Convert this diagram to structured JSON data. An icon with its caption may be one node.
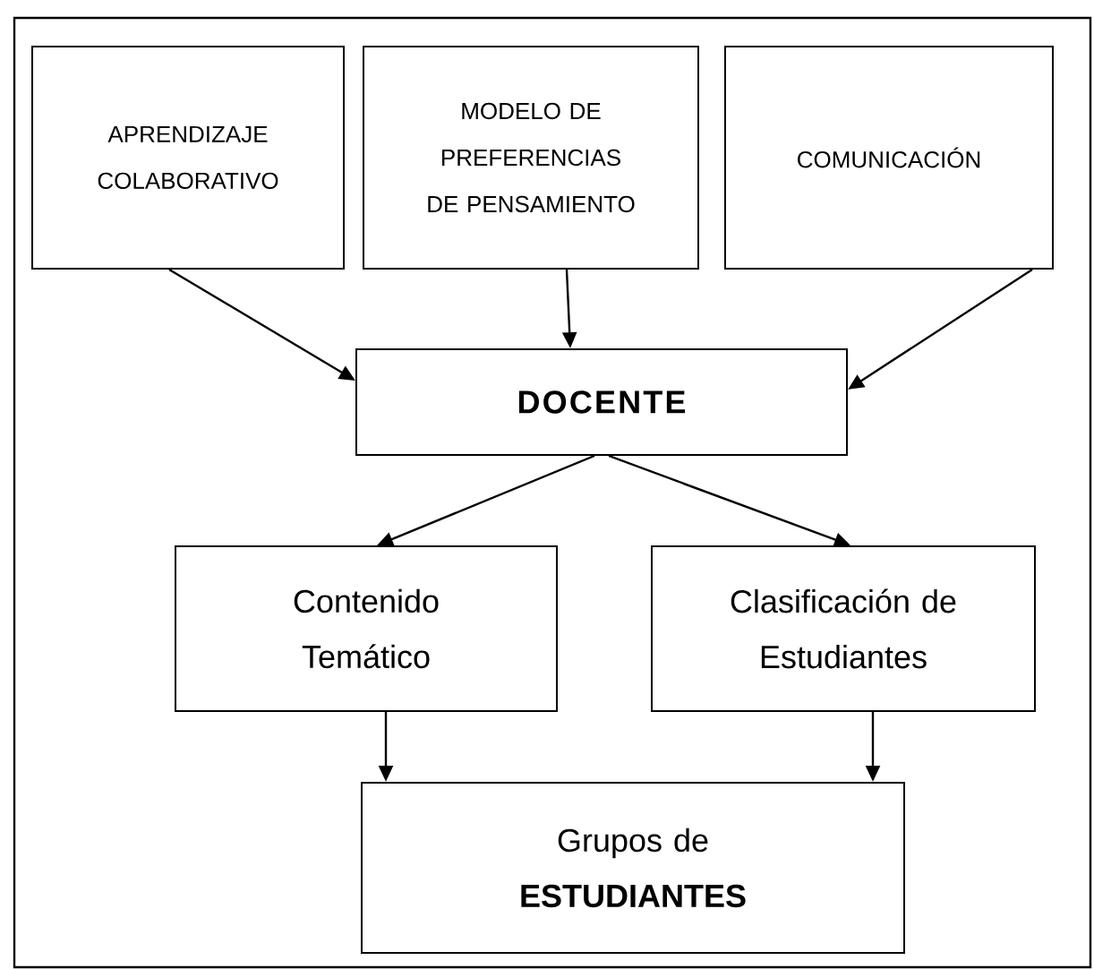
{
  "diagram": {
    "nodes": [
      {
        "text": [
          "APRENDIZAJE COLABORATIVO"
        ]
      },
      {
        "text": [
          "MODELO DE PREFERENCIAS DE PENSAMIENTO"
        ]
      },
      {
        "text": [
          "COMUNICACIÓN"
        ]
      },
      {
        "text": [
          "DOCENTE"
        ]
      },
      {
        "text": [
          "Contenido Temático"
        ]
      },
      {
        "text": [
          "Clasificación de Estudiantes"
        ]
      },
      {
        "text": [
          "Grupos de **ESTUDIANTES**"
        ]
      }
    ],
    "edges": [
      {
        "from": 0,
        "to": 3,
        "arrow": "to"
      },
      {
        "from": 1,
        "to": 3,
        "arrow": "to"
      },
      {
        "from": 2,
        "to": 3,
        "arrow": "to"
      },
      {
        "from": 3,
        "to": 4,
        "arrow": "to"
      },
      {
        "from": 3,
        "to": 5,
        "arrow": "to"
      },
      {
        "from": 4,
        "to": 6,
        "arrow": "to"
      },
      {
        "from": 5,
        "to": 6,
        "arrow": "to"
      }
    ]
  }
}
